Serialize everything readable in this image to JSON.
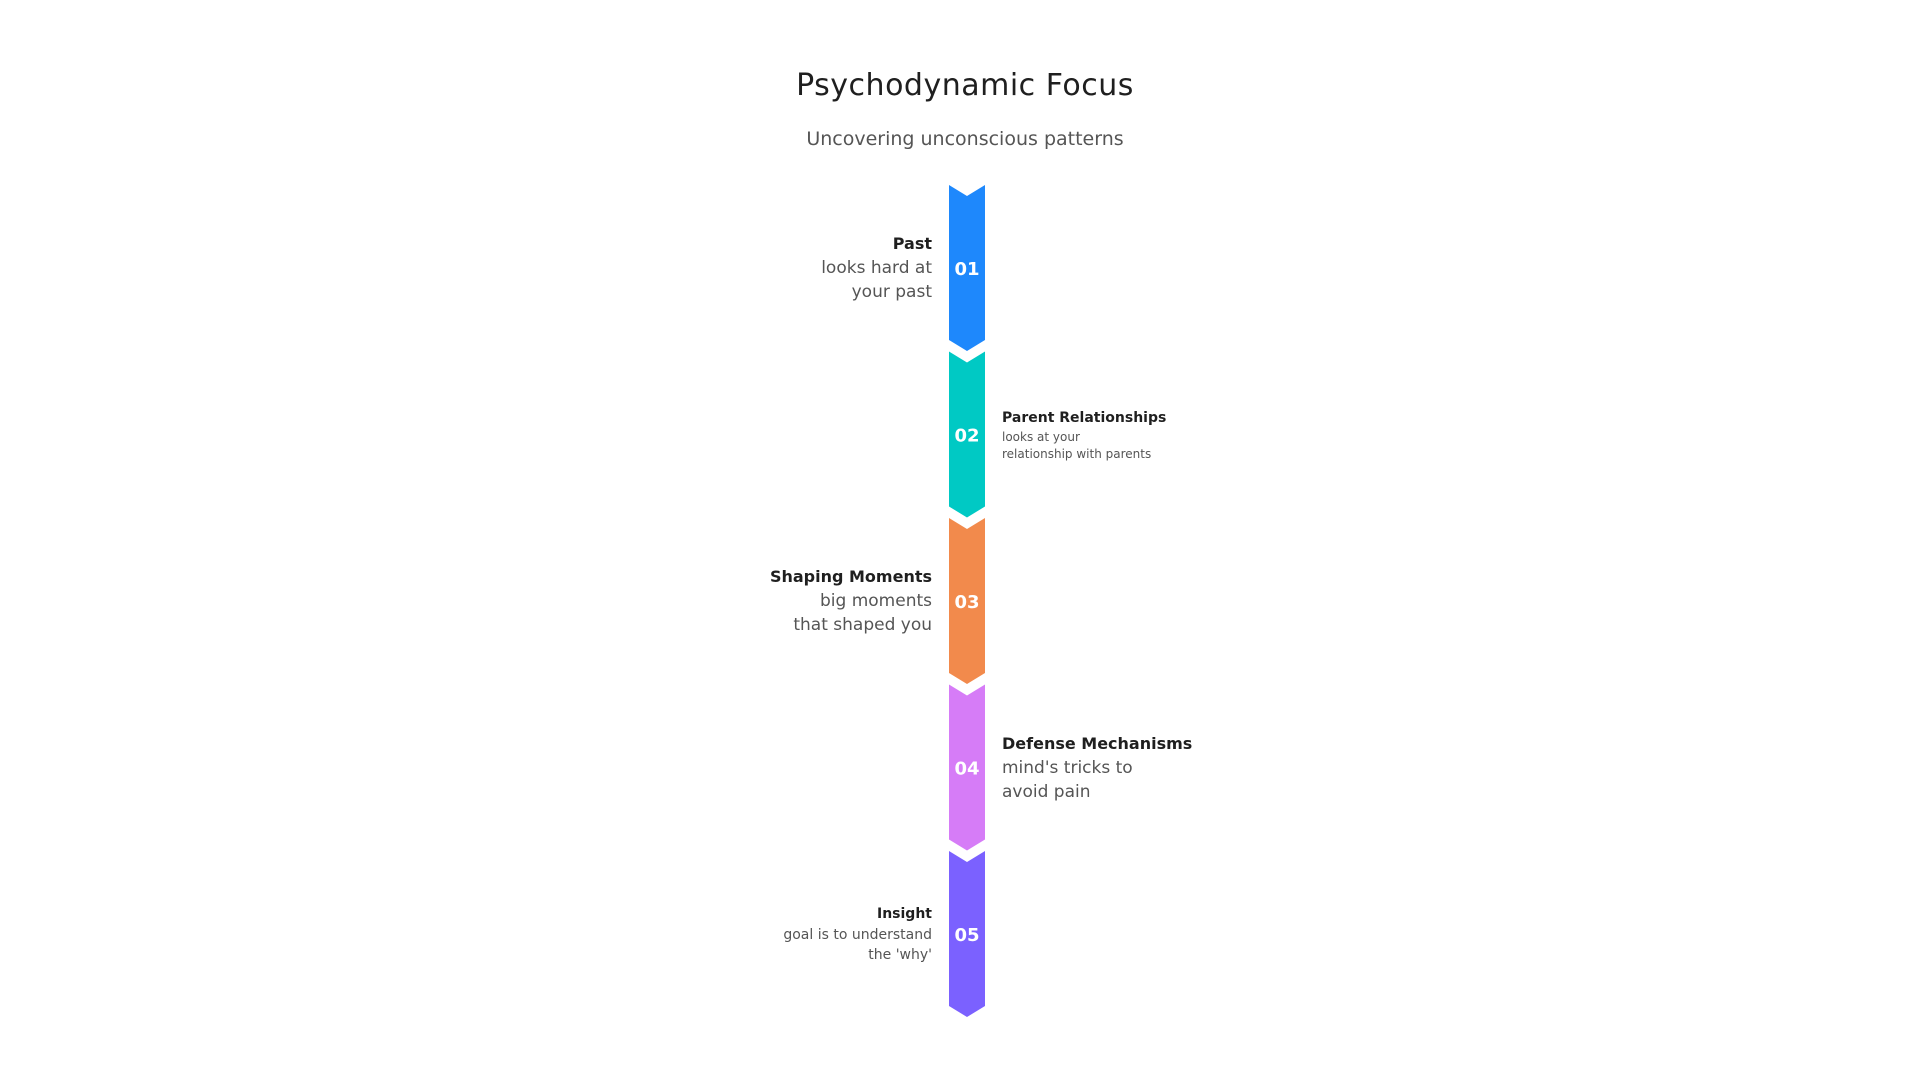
{
  "title": "Psychodynamic Focus",
  "subtitle": "Uncovering unconscious patterns",
  "steps": [
    {
      "number": "01",
      "title": "Past",
      "line1": "looks hard at",
      "line2": "your past",
      "color": "#1e88fc",
      "side": "left",
      "size": "l"
    },
    {
      "number": "02",
      "title": "Parent Relationships",
      "line1": "looks at your",
      "line2": "relationship with parents",
      "color": "#00c9c4",
      "side": "right",
      "size": "s"
    },
    {
      "number": "03",
      "title": "Shaping Moments",
      "line1": "big moments",
      "line2": "that shaped you",
      "color": "#f28a4c",
      "side": "left",
      "size": "l"
    },
    {
      "number": "04",
      "title": "Defense Mechanisms",
      "line1": "mind's tricks to",
      "line2": "avoid pain",
      "color": "#d67cf7",
      "side": "right",
      "size": "l"
    },
    {
      "number": "05",
      "title": "Insight",
      "line1": "goal is to understand",
      "line2": "the 'why'",
      "color": "#7b61ff",
      "side": "left",
      "size": "m"
    }
  ]
}
